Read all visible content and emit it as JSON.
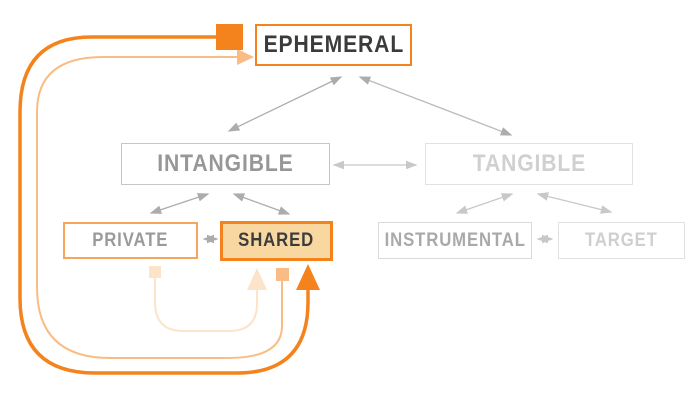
{
  "diagram": {
    "nodes": {
      "ephemeral": {
        "label": "EPHEMERAL",
        "emphasis": "active-outline"
      },
      "intangible": {
        "label": "INTANGIBLE",
        "emphasis": "normal-gray"
      },
      "tangible": {
        "label": "TANGIBLE",
        "emphasis": "faded-gray"
      },
      "private": {
        "label": "PRIVATE",
        "emphasis": "orange-outline-gray-text"
      },
      "shared": {
        "label": "SHARED",
        "emphasis": "highlighted-filled"
      },
      "instrumental": {
        "label": "INSTRUMENTAL",
        "emphasis": "faded-gray"
      },
      "target": {
        "label": "TARGET",
        "emphasis": "faded-gray"
      }
    },
    "edges": [
      {
        "from": "ephemeral",
        "to": "intangible",
        "style": "bidirectional-gray"
      },
      {
        "from": "ephemeral",
        "to": "tangible",
        "style": "bidirectional-gray"
      },
      {
        "from": "intangible",
        "to": "tangible",
        "style": "bidirectional-gray"
      },
      {
        "from": "intangible",
        "to": "private",
        "style": "bidirectional-gray"
      },
      {
        "from": "intangible",
        "to": "shared",
        "style": "bidirectional-gray"
      },
      {
        "from": "private",
        "to": "shared",
        "style": "bidirectional-gray"
      },
      {
        "from": "tangible",
        "to": "instrumental",
        "style": "bidirectional-gray"
      },
      {
        "from": "tangible",
        "to": "target",
        "style": "bidirectional-gray"
      },
      {
        "from": "instrumental",
        "to": "target",
        "style": "bidirectional-gray"
      },
      {
        "from": "ephemeral",
        "to": "shared",
        "style": "loop-strong-orange, square origin at top, arrowhead into bottom of SHARED"
      },
      {
        "from": "shared",
        "to": "ephemeral",
        "style": "loop-medium-orange, square origin below SHARED, arrowhead into left of EPHEMERAL"
      },
      {
        "from": "private",
        "to": "shared",
        "style": "loop-faint-orange, square origin below PRIVATE, arrowhead into bottom of SHARED"
      }
    ],
    "colors": {
      "accent_orange": "#F5831D",
      "shared_fill": "#F8D7A0",
      "medium_orange": "#F9BC84",
      "faint_orange": "#FCE4CA",
      "private_border_orange": "#F6A55C",
      "dark_text": "#3B3B3B",
      "gray_text": "#979797",
      "faded_gray_text": "#D0D0D0",
      "arrow_gray_mid": "#ACACAC",
      "arrow_gray_light": "#C8C8C8"
    }
  }
}
